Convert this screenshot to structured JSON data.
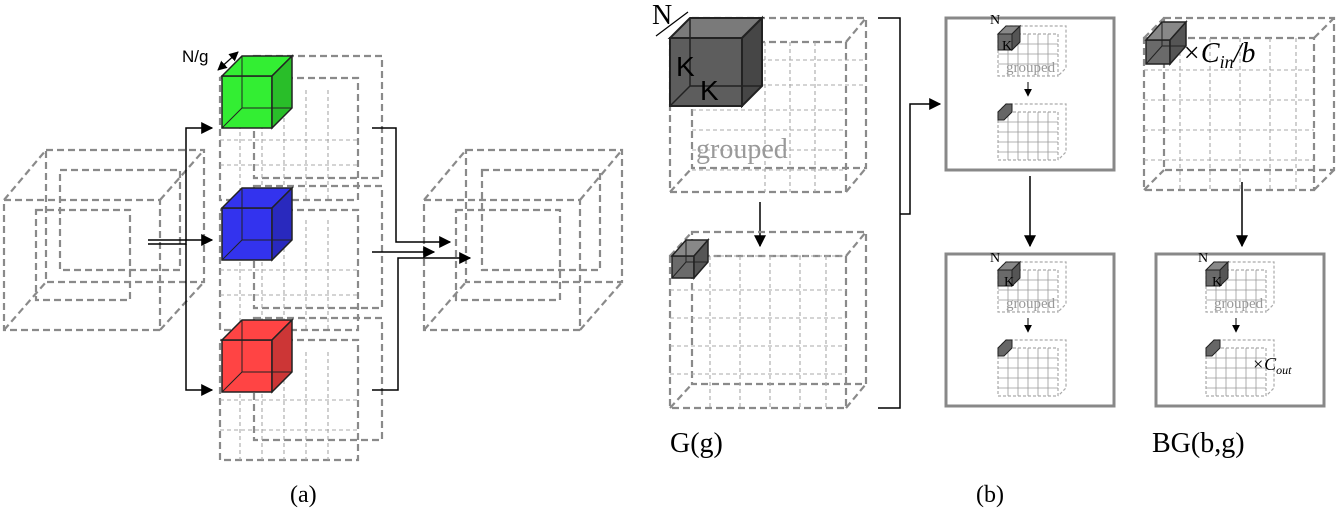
{
  "panel_a": {
    "caption": "(a)",
    "group_label": "N/g",
    "colors": {
      "top": "#33ee33",
      "middle": "#3333ee",
      "bottom": "#ff4444"
    }
  },
  "panel_b": {
    "caption": "(b)",
    "big_n": "N",
    "big_k1": "K",
    "big_k2": "K",
    "grouped": "grouped",
    "g_label": "G(g)",
    "bg_label": "BG(b,g)",
    "small_n": "N",
    "small_k": "K",
    "cin_times": "×",
    "cin_c": "C",
    "cin_sub": "in",
    "cin_div": "/b",
    "cout_times": "×",
    "cout_c": "C",
    "cout_sub": "out"
  }
}
